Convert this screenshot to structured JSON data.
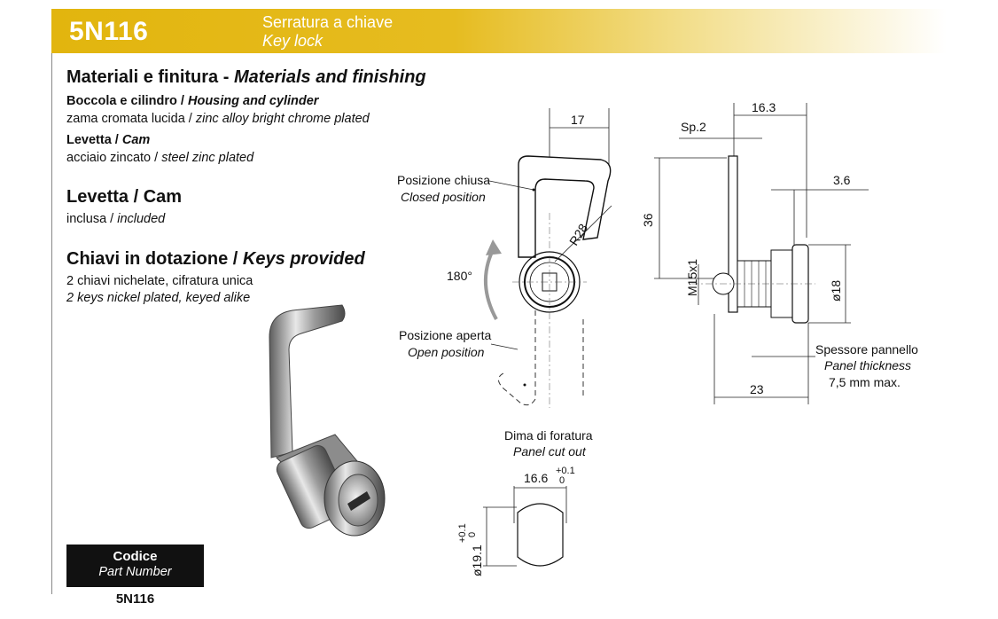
{
  "header": {
    "code": "5N116",
    "title_it": "Serratura a chiave",
    "title_en": "Key lock"
  },
  "materials": {
    "heading_it": "Materiali e finitura - ",
    "heading_en": "Materials and finishing",
    "housing_label_it": "Boccola e cilindro / ",
    "housing_label_en": "Housing and cylinder",
    "housing_value_it": "zama cromata lucida / ",
    "housing_value_en": "zinc alloy bright chrome plated",
    "cam_label_it": "Levetta / ",
    "cam_label_en": "Cam",
    "cam_value_it": "acciaio zincato / ",
    "cam_value_en": "steel zinc plated"
  },
  "cam_section": {
    "heading": "Levetta / Cam",
    "value_it": "inclusa / ",
    "value_en": "included"
  },
  "keys_section": {
    "heading_it": "Chiavi in dotazione / ",
    "heading_en": "Keys provided",
    "line1": "2 chiavi nichelate, cifratura unica",
    "line2": "2 keys nickel plated, keyed alike"
  },
  "part": {
    "label_it": "Codice",
    "label_en": "Part Number",
    "value": "5N116"
  },
  "drawing_front": {
    "dim_width": "17",
    "radius": "R28",
    "rotation": "180°",
    "closed_it": "Posizione chiusa",
    "closed_en": "Closed position",
    "open_it": "Posizione aperta",
    "open_en": "Open position"
  },
  "drawing_side": {
    "dim_total_width": "16.3",
    "dim_sp": "Sp.2",
    "dim_36": "36",
    "dim_3_6": "3.6",
    "thread": "M15x1",
    "diameter": "ø18",
    "dim_23": "23",
    "panel_it": "Spessore pannello",
    "panel_en": "Panel thickness",
    "panel_max": "7,5 mm max."
  },
  "cutout": {
    "title_it": "Dima di foratura",
    "title_en": "Panel cut out",
    "width": "16.6",
    "width_tol_plus": "+0.1",
    "width_tol_zero": "0",
    "diameter": "ø19.1",
    "diam_tol_plus": "+0.1",
    "diam_tol_zero": "0"
  }
}
